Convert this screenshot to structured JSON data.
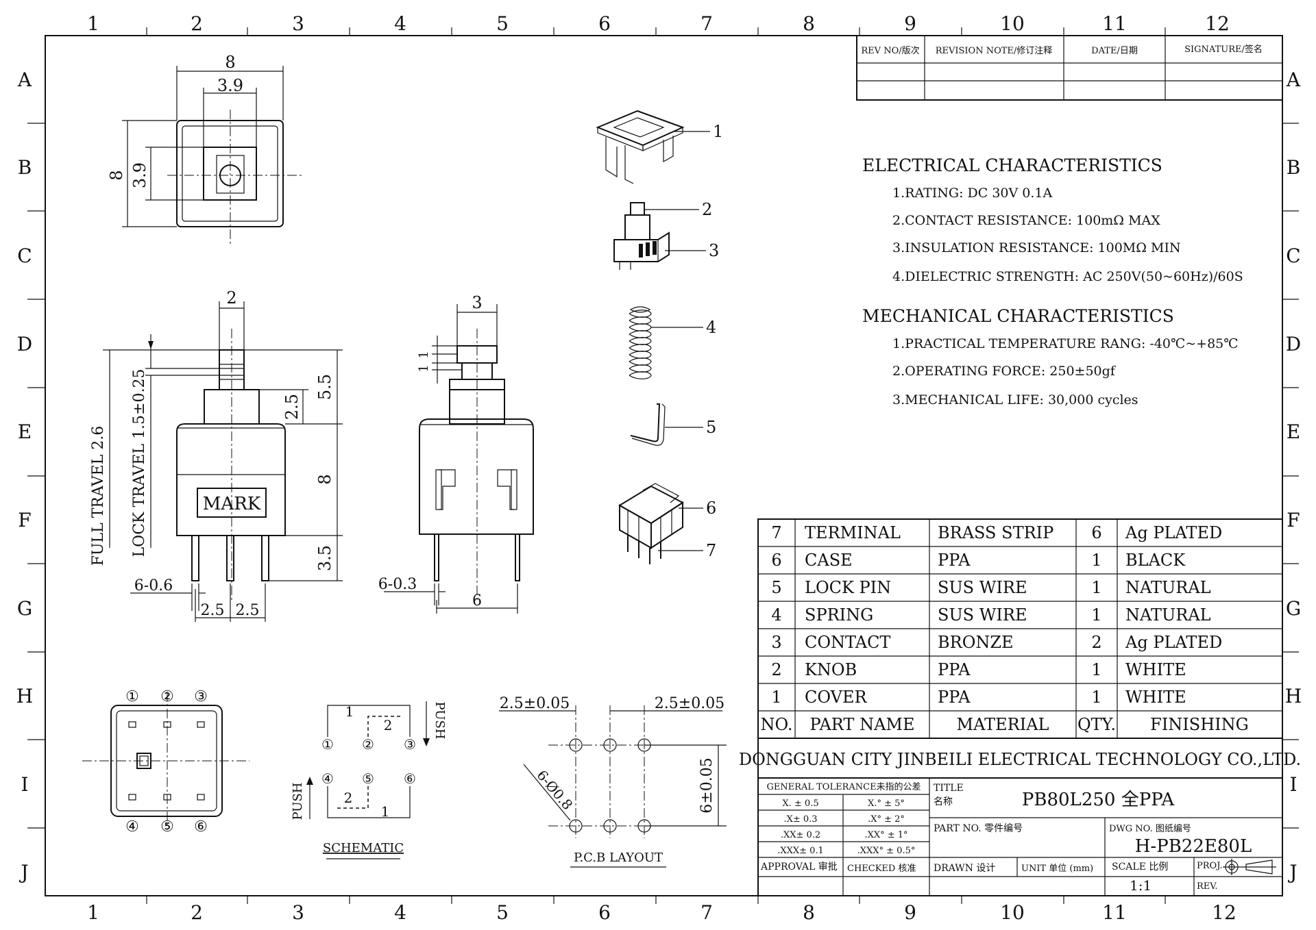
{
  "grid": {
    "columns": [
      "1",
      "2",
      "3",
      "4",
      "5",
      "6",
      "7",
      "8",
      "9",
      "10",
      "11",
      "12"
    ],
    "rows": [
      "A",
      "B",
      "C",
      "D",
      "E",
      "F",
      "G",
      "H",
      "I",
      "J"
    ]
  },
  "revision_table": {
    "headers": [
      "REV NO/版次",
      "REVISION NOTE/修订注释",
      "DATE/日期",
      "SIGNATURE/签名"
    ]
  },
  "electrical": {
    "heading": "ELECTRICAL CHARACTERISTICS",
    "items": [
      "1.RATING: DC 30V 0.1A",
      "2.CONTACT RESISTANCE: 100mΩ MAX",
      "3.INSULATION RESISTANCE: 100MΩ MIN",
      "4.DIELECTRIC STRENGTH: AC 250V(50~60Hz)/60S"
    ]
  },
  "mechanical": {
    "heading": "MECHANICAL CHARACTERISTICS",
    "items": [
      "1.PRACTICAL TEMPERATURE RANG: -40℃~+85℃",
      "2.OPERATING FORCE: 250±50gf",
      "3.MECHANICAL LIFE: 30,000 cycles"
    ]
  },
  "bom": {
    "headers": [
      "NO.",
      "PART NAME",
      "MATERIAL",
      "QTY.",
      "FINISHING"
    ],
    "rows": [
      [
        "7",
        "TERMINAL",
        "BRASS STRIP",
        "6",
        "Ag PLATED"
      ],
      [
        "6",
        "CASE",
        "PPA",
        "1",
        "BLACK"
      ],
      [
        "5",
        "LOCK PIN",
        "SUS WIRE",
        "1",
        "NATURAL"
      ],
      [
        "4",
        "SPRING",
        "SUS WIRE",
        "1",
        "NATURAL"
      ],
      [
        "3",
        "CONTACT",
        "BRONZE",
        "2",
        "Ag PLATED"
      ],
      [
        "2",
        "KNOB",
        "PPA",
        "1",
        "WHITE"
      ],
      [
        "1",
        "COVER",
        "PPA",
        "1",
        "WHITE"
      ]
    ]
  },
  "title_block": {
    "company": "DONGGUAN CITY JINBEILI ELECTRICAL TECHNOLOGY CO.,LTD.",
    "tolerance_heading": "GENERAL TOLERANCE未指的公差",
    "tolerances": [
      [
        "X. ± 0.5",
        "X.° ± 5°"
      ],
      [
        ".X± 0.3",
        ".X° ± 2°"
      ],
      [
        ".XX± 0.2",
        ".XX° ± 1°"
      ],
      [
        ".XXX± 0.1",
        ".XXX° ± 0.5°"
      ]
    ],
    "title_label": "TITLE",
    "title_label_cn": "名称",
    "title_value": "PB80L250 全PPA",
    "part_no_label": "PART NO. 零件编号",
    "dwg_no_label": "DWG NO. 图纸编号",
    "dwg_no_value": "H-PB22E80L",
    "approval_label": "APPROVAL 审批",
    "checked_label": "CHECKED 核准",
    "drawn_label": "DRAWN 设计",
    "unit_label": "UNIT 单位 (mm)",
    "scale_label": "SCALE 比例",
    "scale_value": "1:1",
    "proj_label": "PROJ.",
    "rev_label": "REV."
  },
  "top_view": {
    "dim_width": "8",
    "dim_inner_width": "3.9",
    "dim_height": "8",
    "dim_inner_height": "3.9"
  },
  "front_view": {
    "dim_knob": "2",
    "dim_5_5": "5.5",
    "dim_2_5": "2.5",
    "dim_8": "8",
    "dim_3_5": "3.5",
    "full_travel": "FULL TRAVEL 2.6",
    "lock_travel": "LOCK TRAVEL 1.5±0.25",
    "mark": "MARK",
    "pin_dim": "6-0.6",
    "pitch_left": "2.5",
    "pitch_right": "2.5"
  },
  "side_view": {
    "dim_knob": "3",
    "dim_1_1a": "1",
    "dim_1_1b": "1",
    "pin_dim": "6-0.3",
    "dim_width": "6"
  },
  "exploded": {
    "callouts": [
      "1",
      "2",
      "3",
      "4",
      "5",
      "6",
      "7"
    ]
  },
  "bottom_view": {
    "pins_top": [
      "①",
      "②",
      "③"
    ],
    "pins_bottom": [
      "④",
      "⑤",
      "⑥"
    ]
  },
  "schematic": {
    "label": "SCHEMATIC",
    "push": "PUSH",
    "top_pins": [
      "①",
      "②",
      "③"
    ],
    "bottom_pins": [
      "④",
      "⑤",
      "⑥"
    ],
    "line1": "1",
    "line2": "2"
  },
  "pcb": {
    "label": "P.C.B LAYOUT",
    "dim_left": "2.5±0.05",
    "dim_right": "2.5±0.05",
    "dim_hole": "6-Ø0.8",
    "dim_height": "6±0.05"
  }
}
